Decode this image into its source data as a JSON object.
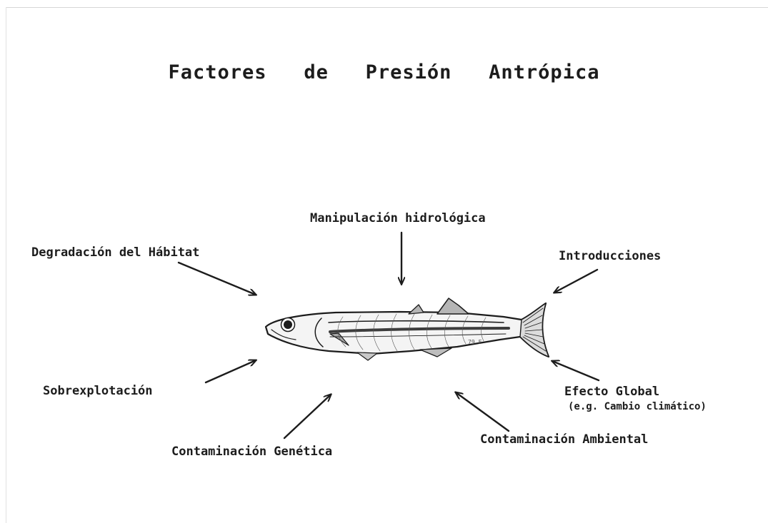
{
  "title": "Factores   de   Presión   Antrópica",
  "factors": {
    "hidro": "Manipulación hidrológica",
    "habitat": "Degradación del Hábitat",
    "intro": "Introducciones",
    "sobre": "Sobrexplotación",
    "global": "Efecto Global",
    "global_sub": "(e.g. Cambio climático)",
    "genetica": "Contaminación Genética",
    "ambiental": "Contaminación Ambiental"
  },
  "illustration": {
    "subject": "fish-drawing",
    "signature": "79 F"
  },
  "colors": {
    "ink": "#1c1c1c",
    "background": "#ffffff"
  }
}
